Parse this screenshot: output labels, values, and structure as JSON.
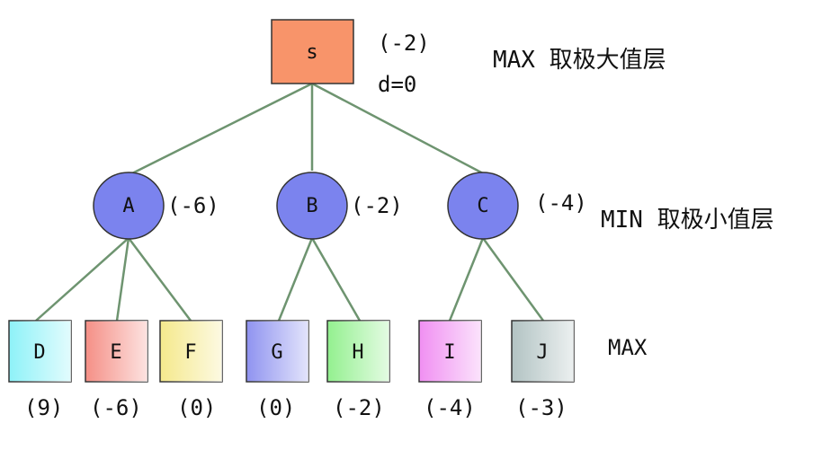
{
  "colors": {
    "edge": "#6e9470",
    "root_fill": "#f8946a",
    "min_fill": "#7b83ee",
    "border": "#333333"
  },
  "root": {
    "id": "s",
    "label": "s",
    "value": "(-2)",
    "depth": "d=0"
  },
  "min_nodes": [
    {
      "id": "A",
      "label": "A",
      "value": "(-6)"
    },
    {
      "id": "B",
      "label": "B",
      "value": "(-2)"
    },
    {
      "id": "C",
      "label": "C",
      "value": "(-4)"
    }
  ],
  "leaves": [
    {
      "id": "D",
      "label": "D",
      "value": "(9)",
      "parent": "A",
      "fill": "#8ef2f8"
    },
    {
      "id": "E",
      "label": "E",
      "value": "(-6)",
      "parent": "A",
      "fill": "#f58f86"
    },
    {
      "id": "F",
      "label": "F",
      "value": "(0)",
      "parent": "A",
      "fill": "#f5e98c"
    },
    {
      "id": "G",
      "label": "G",
      "value": "(0)",
      "parent": "B",
      "fill": "#8f93f0"
    },
    {
      "id": "H",
      "label": "H",
      "value": "(-2)",
      "parent": "B",
      "fill": "#93f08f"
    },
    {
      "id": "I",
      "label": "I",
      "value": "(-4)",
      "parent": "C",
      "fill": "#f08ff2"
    },
    {
      "id": "J",
      "label": "J",
      "value": "(-3)",
      "parent": "C",
      "fill": "#b2c3c3"
    }
  ],
  "layers": {
    "root": "MAX  取极大值层",
    "min": "MIN 取极小值层",
    "leaf": "MAX"
  }
}
